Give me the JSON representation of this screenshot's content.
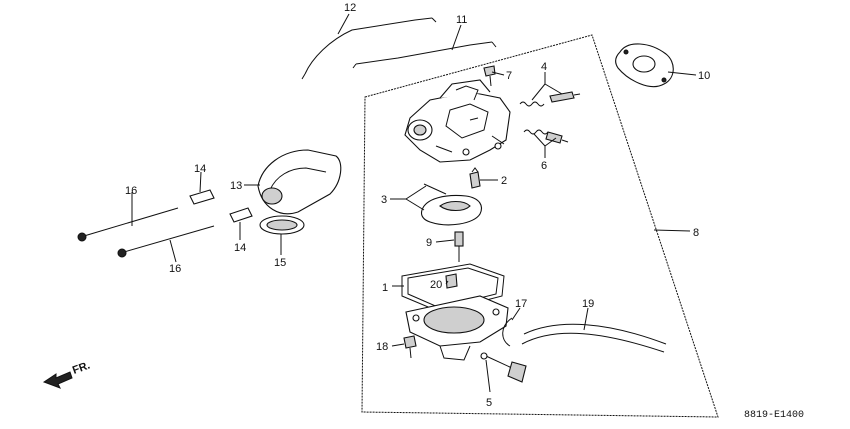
{
  "diagram": {
    "code": "8819-E1400",
    "direction_label": "FR.",
    "callouts": [
      "1",
      "2",
      "3",
      "4",
      "5",
      "6",
      "7",
      "8",
      "9",
      "10",
      "11",
      "12",
      "13",
      "14",
      "14",
      "15",
      "16",
      "16",
      "17",
      "18",
      "19",
      "20"
    ]
  }
}
